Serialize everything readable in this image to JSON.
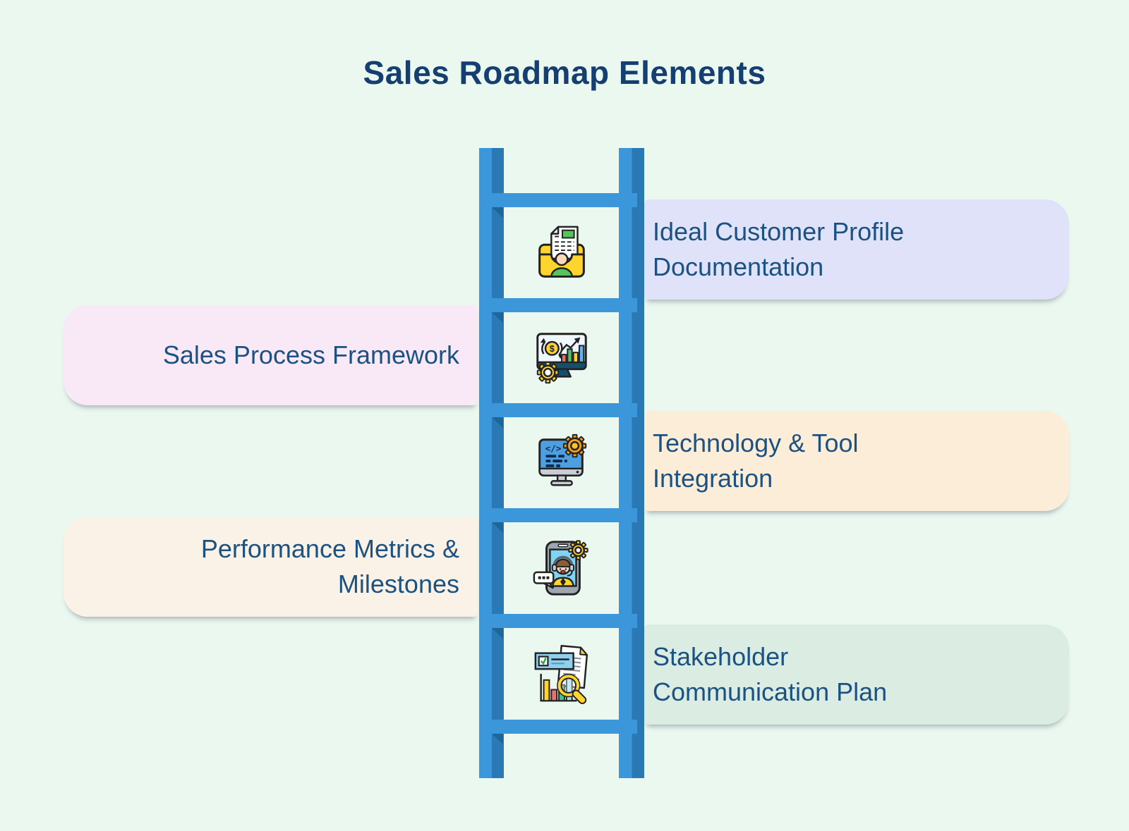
{
  "title": "Sales Roadmap Elements",
  "colors": {
    "background": "#EAF8F0",
    "title_text": "#153F70",
    "card_text": "#1C5282",
    "ladder_light": "#3B97D9",
    "ladder_dark": "#2A79B4",
    "ladder_rung_shadow": "#1E6598"
  },
  "ladder": {
    "rung_count": 6
  },
  "items": [
    {
      "label": "Ideal Customer Profile\nDocumentation",
      "side": "right",
      "card_color": "#DFE2F8",
      "icon": "customer-profile-folder-icon"
    },
    {
      "label": "Sales Process Framework",
      "side": "left",
      "card_color": "#F9E9F6",
      "icon": "sales-analytics-monitor-icon"
    },
    {
      "label": "Technology & Tool\nIntegration",
      "side": "right",
      "card_color": "#FCEDD8",
      "icon": "code-monitor-gear-icon"
    },
    {
      "label": "Performance Metrics &\nMilestones",
      "side": "left",
      "card_color": "#FAF2E6",
      "icon": "support-agent-tablet-icon"
    },
    {
      "label": "Stakeholder\nCommunication Plan",
      "side": "right",
      "card_color": "#DBEDE3",
      "icon": "report-magnifier-chart-icon"
    }
  ]
}
